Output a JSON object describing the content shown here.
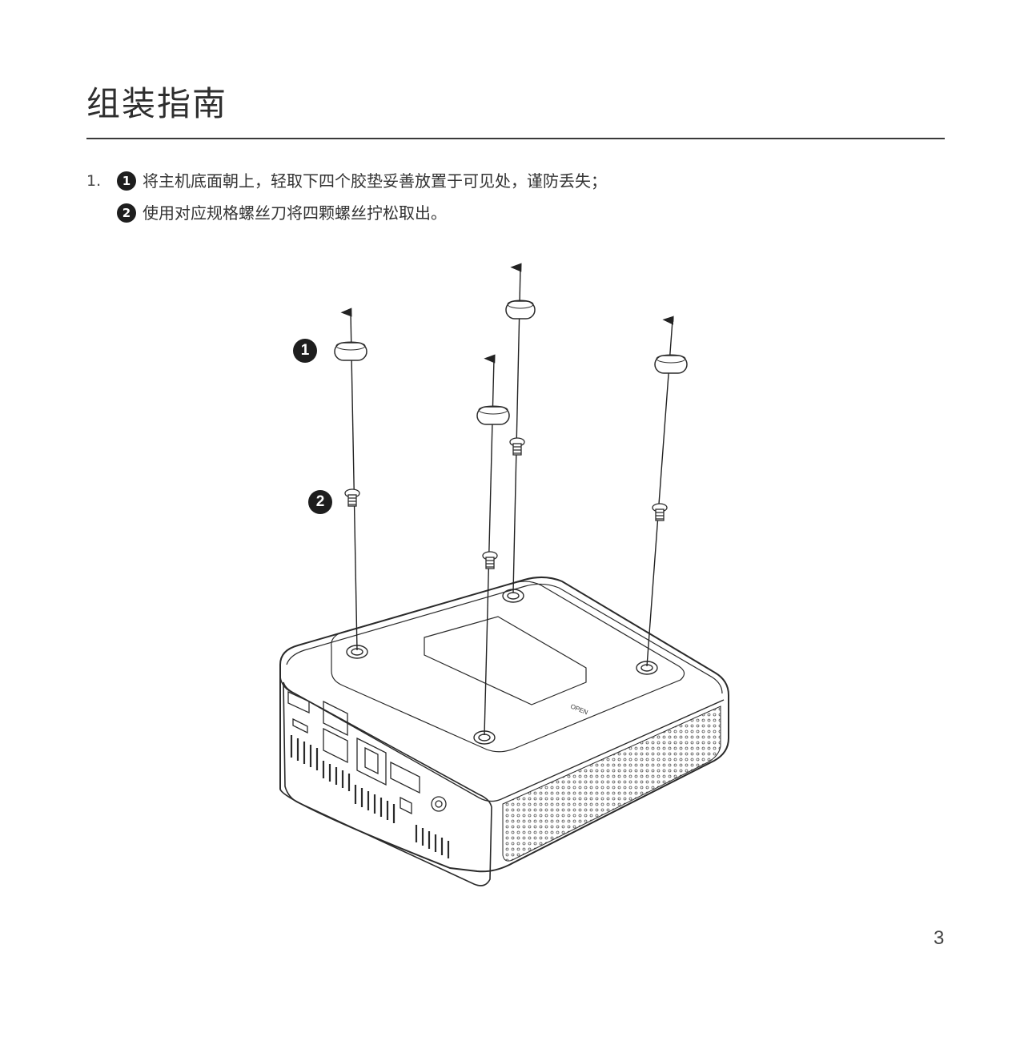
{
  "title": "组装指南",
  "steps": [
    {
      "number": "1.",
      "parts": [
        {
          "badge": "1",
          "text": "将主机底面朝上，轻取下四个胶垫妥善放置于可见处，谨防丢失；"
        },
        {
          "badge": "2",
          "text": "使用对应规格螺丝刀将四颗螺丝拧松取出。"
        }
      ]
    }
  ],
  "callouts": {
    "rubber_feet": "1",
    "screws": "2"
  },
  "device_label": "OPEN",
  "page_number": "3",
  "colors": {
    "text": "#2b2b2b",
    "line": "#3a3a3a",
    "badge": "#1e1e1e"
  }
}
